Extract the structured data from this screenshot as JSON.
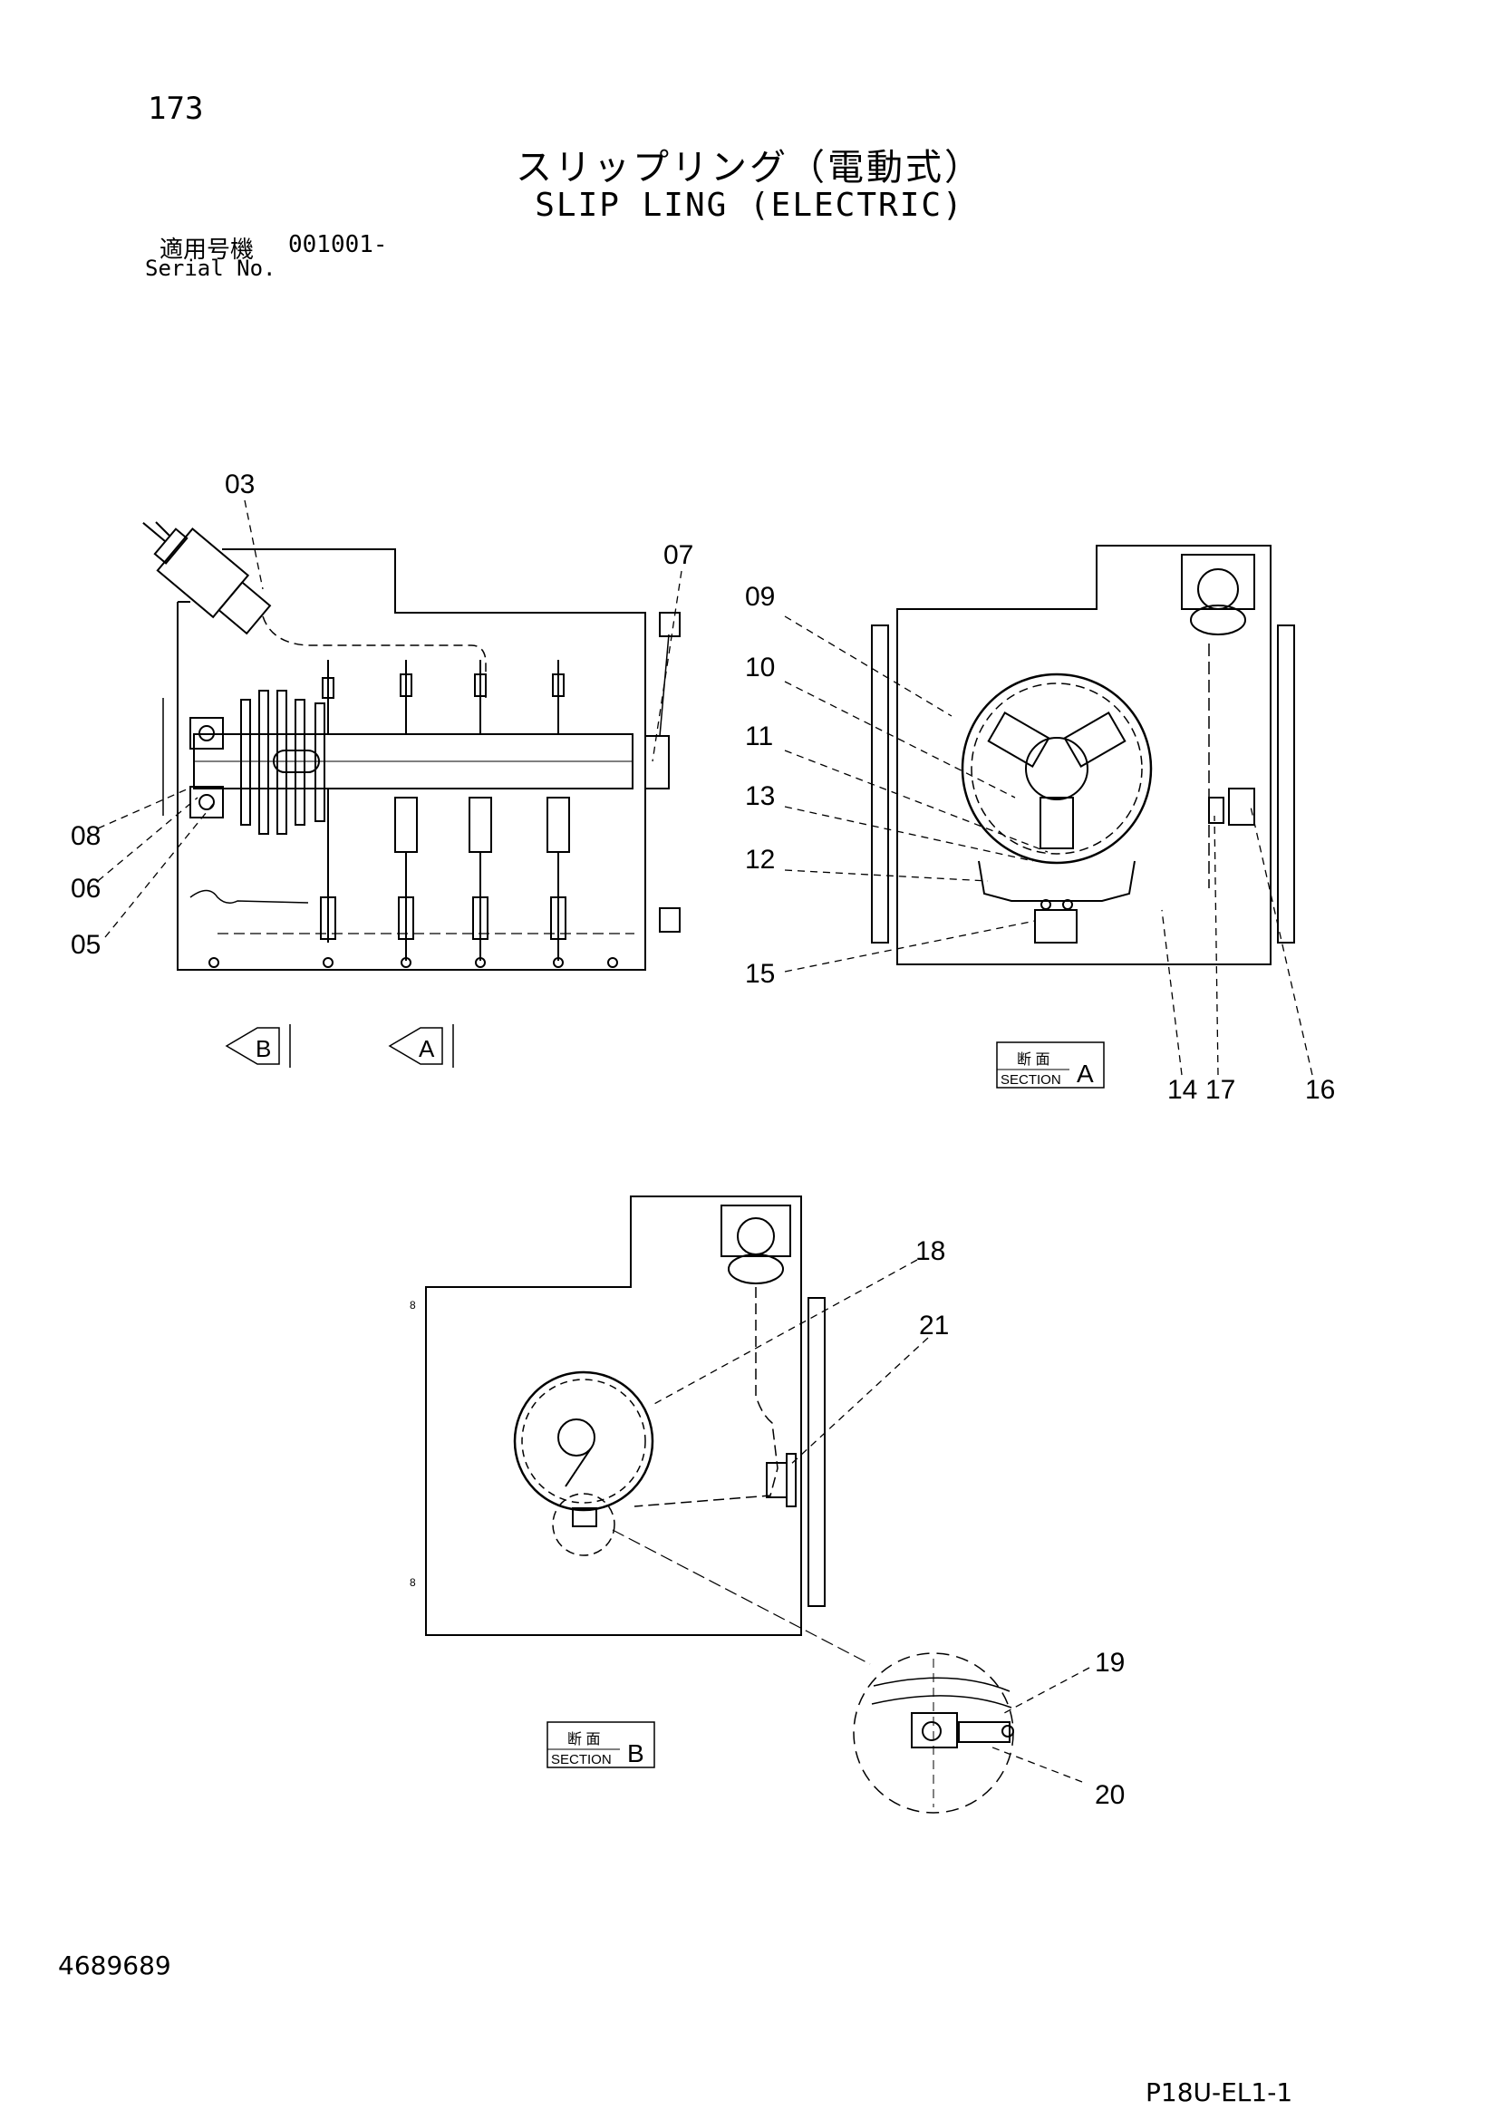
{
  "header": {
    "page_number": "173",
    "title_jp": "スリップリング（電動式）",
    "title_en": "SLIP LING (ELECTRIC)",
    "serial_label_jp": "適用号機",
    "serial_value": "001001-",
    "serial_label_en": "Serial No."
  },
  "callouts": [
    "03",
    "07",
    "08",
    "06",
    "05",
    "09",
    "10",
    "11",
    "13",
    "12",
    "15",
    "14",
    "17",
    "16",
    "18",
    "21",
    "19",
    "20"
  ],
  "view_arrows": {
    "b": "B",
    "a": "A"
  },
  "sections": {
    "a": {
      "jp": "断 面",
      "en": "SECTION",
      "letter": "A"
    },
    "b": {
      "jp": "断 面",
      "en": "SECTION",
      "letter": "B"
    }
  },
  "footer": {
    "doc_number": "4689689",
    "page_code": "P18U-EL1-1"
  }
}
